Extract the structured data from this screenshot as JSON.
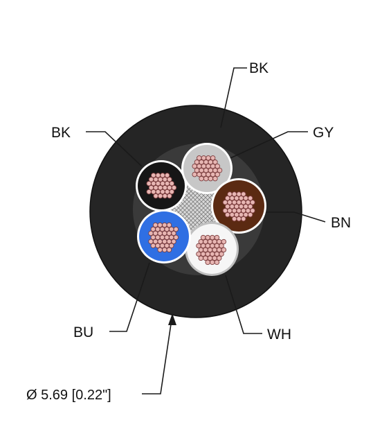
{
  "colors": {
    "jacket": "#252525",
    "jacket_edge": "#111111",
    "leader": "#1a1a1a",
    "copper_strand": "#e7b6b3",
    "copper_outline": "#7a3b3c"
  },
  "conductors": [
    {
      "code": "BK",
      "insulation_color": "#161616",
      "ring_color": "#ffffff"
    },
    {
      "code": "GY",
      "insulation_color": "#c7c7c7",
      "ring_color": "#ffffff"
    },
    {
      "code": "BN",
      "insulation_color": "#5b2a12",
      "ring_color": "#ffffff"
    },
    {
      "code": "WH",
      "insulation_color": "#f6f6f6",
      "ring_color": "#bfbfbf"
    },
    {
      "code": "BU",
      "insulation_color": "#2f6fe3",
      "ring_color": "#ffffff"
    }
  ],
  "labels": {
    "top": "BK",
    "left": "BK",
    "right_upper": "GY",
    "right_lower": "BN",
    "bottom_left": "BU",
    "bottom_right": "WH"
  },
  "dimension": {
    "text": "Ø 5.69 [0.22\"]"
  }
}
